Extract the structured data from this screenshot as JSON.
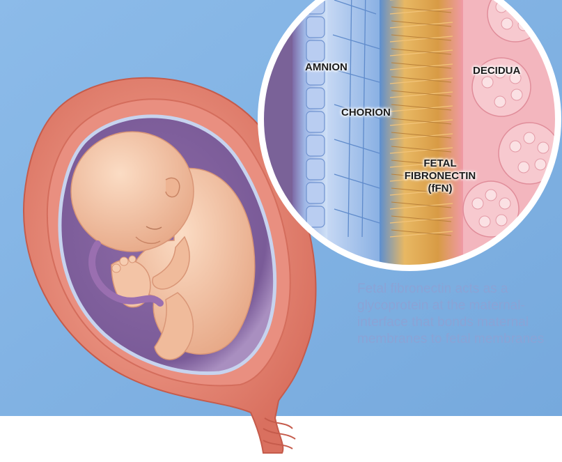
{
  "labels": {
    "amnion": "AMNION",
    "chorion": "CHORION",
    "decidua": "DECIDUA",
    "fetal_fibronectin_lines": [
      "FETAL",
      "FIBRONECTIN",
      "(fFN)"
    ]
  },
  "caption": "Fetal fibronectin acts as a\nglycoprotein at the maternal-\ninterface that bonds maternal\nmembranes to fetal membranes",
  "colors": {
    "background_blue": "#7fb0e2",
    "uterus_wall": "#e88b7a",
    "amniotic_sac": "#b7c3e6",
    "fetus_skin": "#f2c3a3",
    "decidua_pink": "#f3b6be",
    "fibronectin_gold": "#d9a24e",
    "caption_text": "#8aa3d6"
  }
}
